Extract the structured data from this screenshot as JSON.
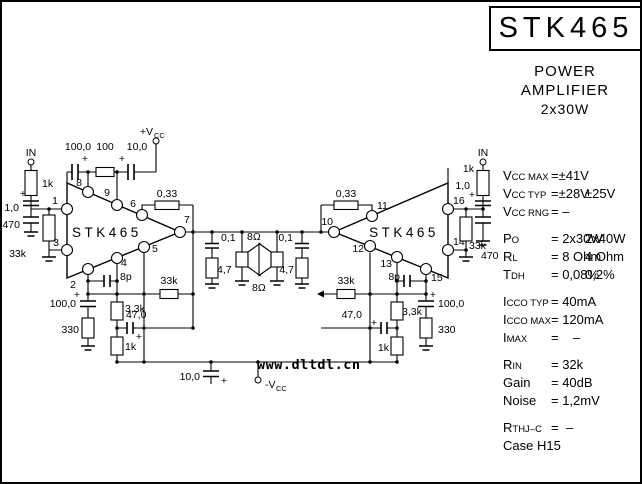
{
  "title_block": {
    "part_number": "STK465",
    "subtitle_line1": "POWER AMPLIFIER",
    "subtitle_line2": "2x30W"
  },
  "watermark": "www.dltdl.cn",
  "specs": {
    "rows": [
      {
        "big": "V",
        "small": "CC MAX",
        "value": "=±41V"
      },
      {
        "big": "V",
        "small": "CC TYP",
        "value": "=±28V",
        "value2": "±25V"
      },
      {
        "big": "V",
        "small": "CC RNG",
        "value": "= –"
      },
      {
        "big": "P",
        "small": "O",
        "value": "= 2x30W",
        "value2": "2x40W"
      },
      {
        "big": "R",
        "small": "L",
        "value": "= 8 Ohm",
        "value2": "4 Ohm"
      },
      {
        "big": "T",
        "small": "DH",
        "value": "= 0,08%",
        "value2": "0,2%"
      },
      {
        "big": "I",
        "small": "CCO TYP",
        "value": "= 40mA"
      },
      {
        "big": "I",
        "small": "CCO MAX",
        "value": "= 120mA"
      },
      {
        "big": "I",
        "small": "MAX",
        "value": "=    –"
      },
      {
        "big": "R",
        "small": "IN",
        "value": "= 32k"
      },
      {
        "big": "Gain",
        "small": "",
        "value": "= 40dB"
      },
      {
        "big": "Noise",
        "small": "",
        "value": "= 1,2mV"
      },
      {
        "big": "R",
        "small": "THJ–C",
        "value": "=  –"
      },
      {
        "big": "Case H15",
        "small": "",
        "value": ""
      }
    ]
  },
  "sch": {
    "chip": "STK465",
    "in": "IN",
    "plus": "+",
    "vcc_pos_main": "+V",
    "vcc_neg_main": "-V",
    "vcc_sub": "CC",
    "r_1k": "1k",
    "c_1u": "1,0",
    "c_470": "470",
    "r_33k": "33k",
    "c_100u": "100,0",
    "r_100": "100",
    "c_10u": "10,0",
    "r_033": "0,33",
    "c_01": "0,1",
    "r_47": "4,7",
    "spk": "8Ω",
    "c_8p": "8p",
    "r_330": "330",
    "r_3k3": "3,3k",
    "c_47u": "47,0",
    "pins": {
      "p1": "1",
      "p2": "2",
      "p3": "3",
      "p4": "4",
      "p5": "5",
      "p6": "6",
      "p7": "7",
      "p8": "8",
      "p9": "9",
      "p10": "10",
      "p11": "11",
      "p12": "12",
      "p13": "13",
      "p14": "14",
      "p15": "15",
      "p16": "16"
    }
  }
}
